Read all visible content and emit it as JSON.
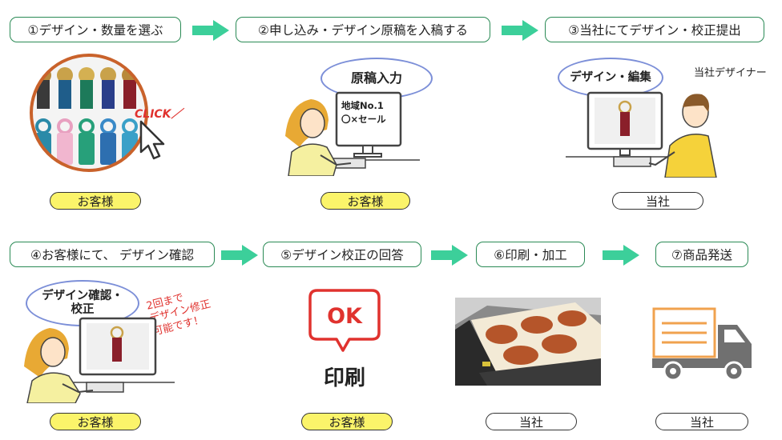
{
  "steps": [
    {
      "label": "①デザイン・数量を選ぶ",
      "owner": "お客様",
      "owner_type": "customer"
    },
    {
      "label": "②申し込み・デザイン原稿を入稿する",
      "owner": "お客様",
      "owner_type": "customer"
    },
    {
      "label": "③当社にてデザイン・校正提出",
      "owner": "当社",
      "owner_type": "company"
    },
    {
      "label": "④お客様にて、 デザイン確認",
      "owner": "お客様",
      "owner_type": "customer"
    },
    {
      "label": "⑤デザイン校正の回答",
      "owner": "お客様",
      "owner_type": "customer"
    },
    {
      "label": "⑥印刷・加工",
      "owner": "当社",
      "owner_type": "company"
    },
    {
      "label": "⑦商品発送",
      "owner": "当社",
      "owner_type": "company"
    }
  ],
  "step1": {
    "click_text": "CLICK／"
  },
  "step2": {
    "bubble": "原稿入力",
    "monitor_line1": "地域No.1",
    "monitor_line2": "〇×セール"
  },
  "step3": {
    "bubble": "デザイン・編集",
    "designer_label": "当社デザイナー"
  },
  "step4": {
    "bubble_line1": "デザイン確認・",
    "bubble_line2": "校正",
    "note_line1": "2回まで",
    "note_line2": "デザイン修正",
    "note_line3": "可能です！"
  },
  "step5": {
    "ok_text": "OK",
    "print_text": "印刷"
  },
  "colors": {
    "arrow": "#3ccf9a",
    "step_border": "#2a8a55",
    "customer_badge": "#fbf46a",
    "bubble_border": "#7c8fd8",
    "ok_red": "#e0322e",
    "truck_gray": "#707070",
    "box_orange": "#f0a24e"
  },
  "icons": [
    "ribbon-catalog-icon",
    "cursor-icon",
    "woman-computer-icon",
    "man-computer-icon",
    "ok-speech-icon",
    "printer-photo-icon",
    "truck-icon"
  ]
}
